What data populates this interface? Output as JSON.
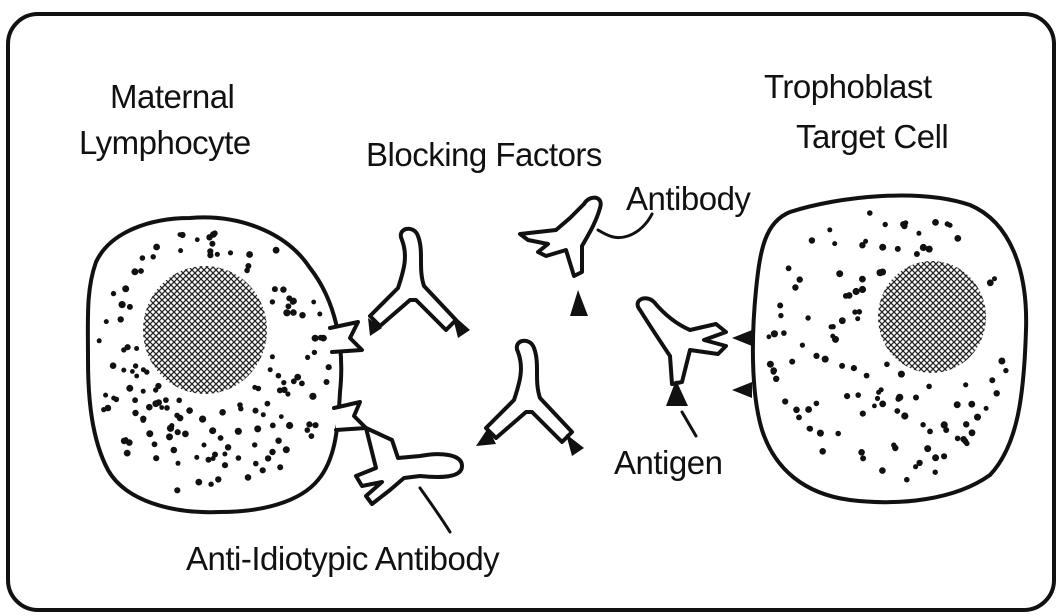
{
  "labels": {
    "maternal_line1": "Maternal",
    "maternal_line2": "Lymphocyte",
    "blocking_factors": "Blocking Factors",
    "trophoblast_line1": "Trophoblast",
    "trophoblast_line2": "Target Cell",
    "antibody": "Antibody",
    "antigen": "Antigen",
    "anti_idiotypic": "Anti-Idiotypic Antibody"
  },
  "colors": {
    "ink": "#111111",
    "background": "#ffffff"
  },
  "icons": {
    "maternal_cell": "lymphocyte-cell",
    "target_cell": "trophoblast-cell",
    "antibody": "y-shaped-antibody",
    "antigen": "triangular-antigen"
  }
}
